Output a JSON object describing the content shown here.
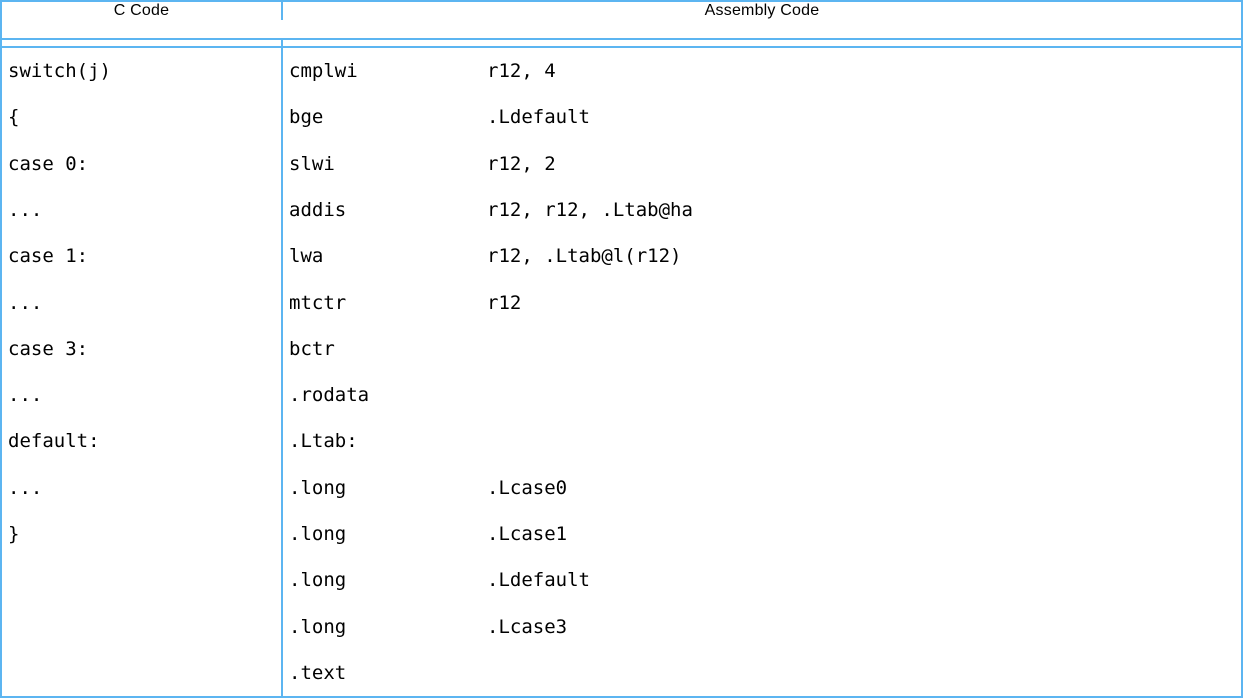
{
  "table": {
    "headers": {
      "c_code": "C Code",
      "assembly_code": "Assembly Code"
    },
    "rows": [
      {
        "c": "switch(j)",
        "mnemonic": "cmplwi",
        "operands": "r12, 4"
      },
      {
        "c": "{",
        "mnemonic": "bge",
        "operands": ".Ldefault"
      },
      {
        "c": "case 0:",
        "mnemonic": "slwi",
        "operands": "r12, 2"
      },
      {
        "c": "...",
        "mnemonic": "addis",
        "operands": "r12, r12, .Ltab@ha"
      },
      {
        "c": "case 1:",
        "mnemonic": "lwa",
        "operands": "r12, .Ltab@l(r12)"
      },
      {
        "c": "...",
        "mnemonic": "mtctr",
        "operands": "r12"
      },
      {
        "c": "case 3:",
        "mnemonic": "bctr",
        "operands": ""
      },
      {
        "c": "...",
        "mnemonic": ".rodata",
        "operands": ""
      },
      {
        "c": "default:",
        "mnemonic": ".Ltab:",
        "operands": ""
      },
      {
        "c": "...",
        "mnemonic": ".long",
        "operands": ".Lcase0"
      },
      {
        "c": "}",
        "mnemonic": ".long",
        "operands": ".Lcase1"
      },
      {
        "c": "",
        "mnemonic": ".long",
        "operands": ".Ldefault"
      },
      {
        "c": "",
        "mnemonic": ".long",
        "operands": ".Lcase3"
      },
      {
        "c": "",
        "mnemonic": ".text",
        "operands": ""
      }
    ]
  },
  "colors": {
    "border": "#5cb5f1",
    "text": "#000000",
    "background": "#ffffff"
  }
}
